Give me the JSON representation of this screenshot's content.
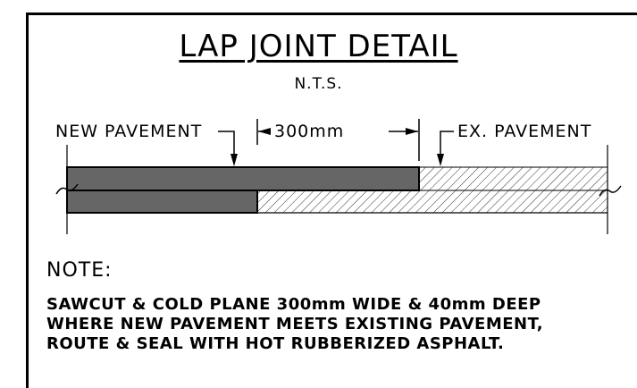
{
  "title": "LAP JOINT DETAIL",
  "scale": "N.T.S.",
  "labels": {
    "new_pavement": "NEW PAVEMENT",
    "width": "300mm",
    "ex_pavement": "EX. PAVEMENT"
  },
  "note": {
    "heading": "NOTE:",
    "lines": [
      "SAWCUT & COLD PLANE 300mm WIDE & 40mm DEEP",
      "WHERE NEW PAVEMENT MEETS EXISTING PAVEMENT,",
      "ROUTE & SEAL WITH HOT RUBBERIZED ASPHALT."
    ]
  },
  "colors": {
    "new_pavement_fill": "#666666",
    "line": "#000000",
    "hatch": "#000000"
  }
}
